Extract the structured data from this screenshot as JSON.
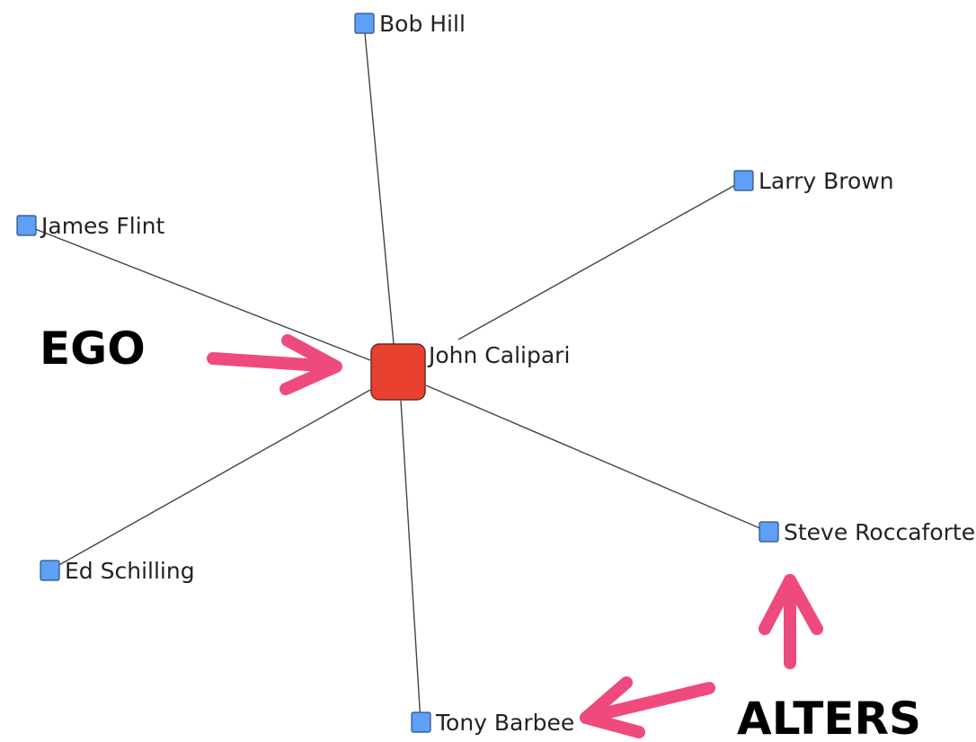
{
  "network": {
    "ego": {
      "label": "John Calipari",
      "color": "#e8412f"
    },
    "alters": [
      {
        "id": "bob-hill",
        "label": "Bob Hill"
      },
      {
        "id": "larry-brown",
        "label": "Larry Brown"
      },
      {
        "id": "james-flint",
        "label": "James Flint"
      },
      {
        "id": "steve-roccaforte",
        "label": "Steve Roccaforte"
      },
      {
        "id": "ed-schilling",
        "label": "Ed Schilling"
      },
      {
        "id": "tony-barbee",
        "label": "Tony Barbee"
      }
    ],
    "alter_color": "#5da0f5",
    "edge_color": "#444444"
  },
  "annotations": {
    "ego_label": "EGO",
    "alters_label": "ALTERS",
    "arrow_color": "#ee4a7c"
  }
}
